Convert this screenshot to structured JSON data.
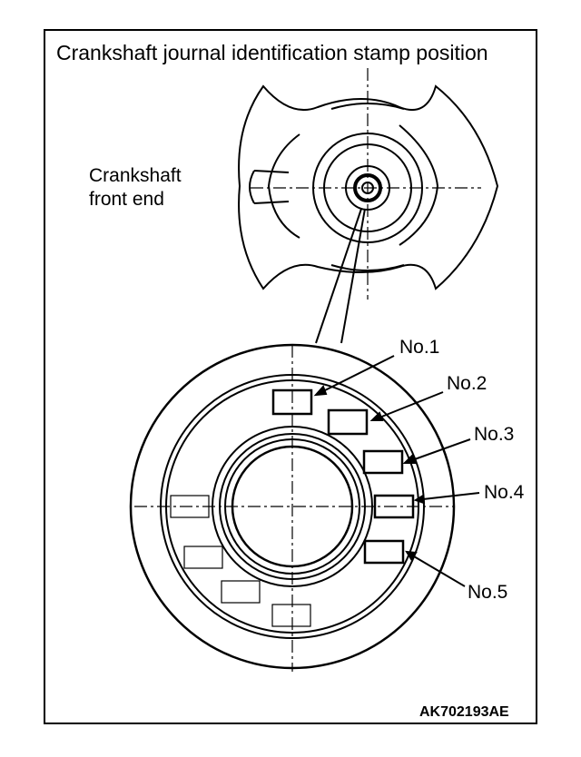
{
  "title": "Crankshaft journal identification stamp position",
  "front_end_label": [
    "Crankshaft",
    "front end"
  ],
  "stamp_labels": [
    "No.1",
    "No.2",
    "No.3",
    "No.4",
    "No.5"
  ],
  "figure_code": "AK702193AE"
}
